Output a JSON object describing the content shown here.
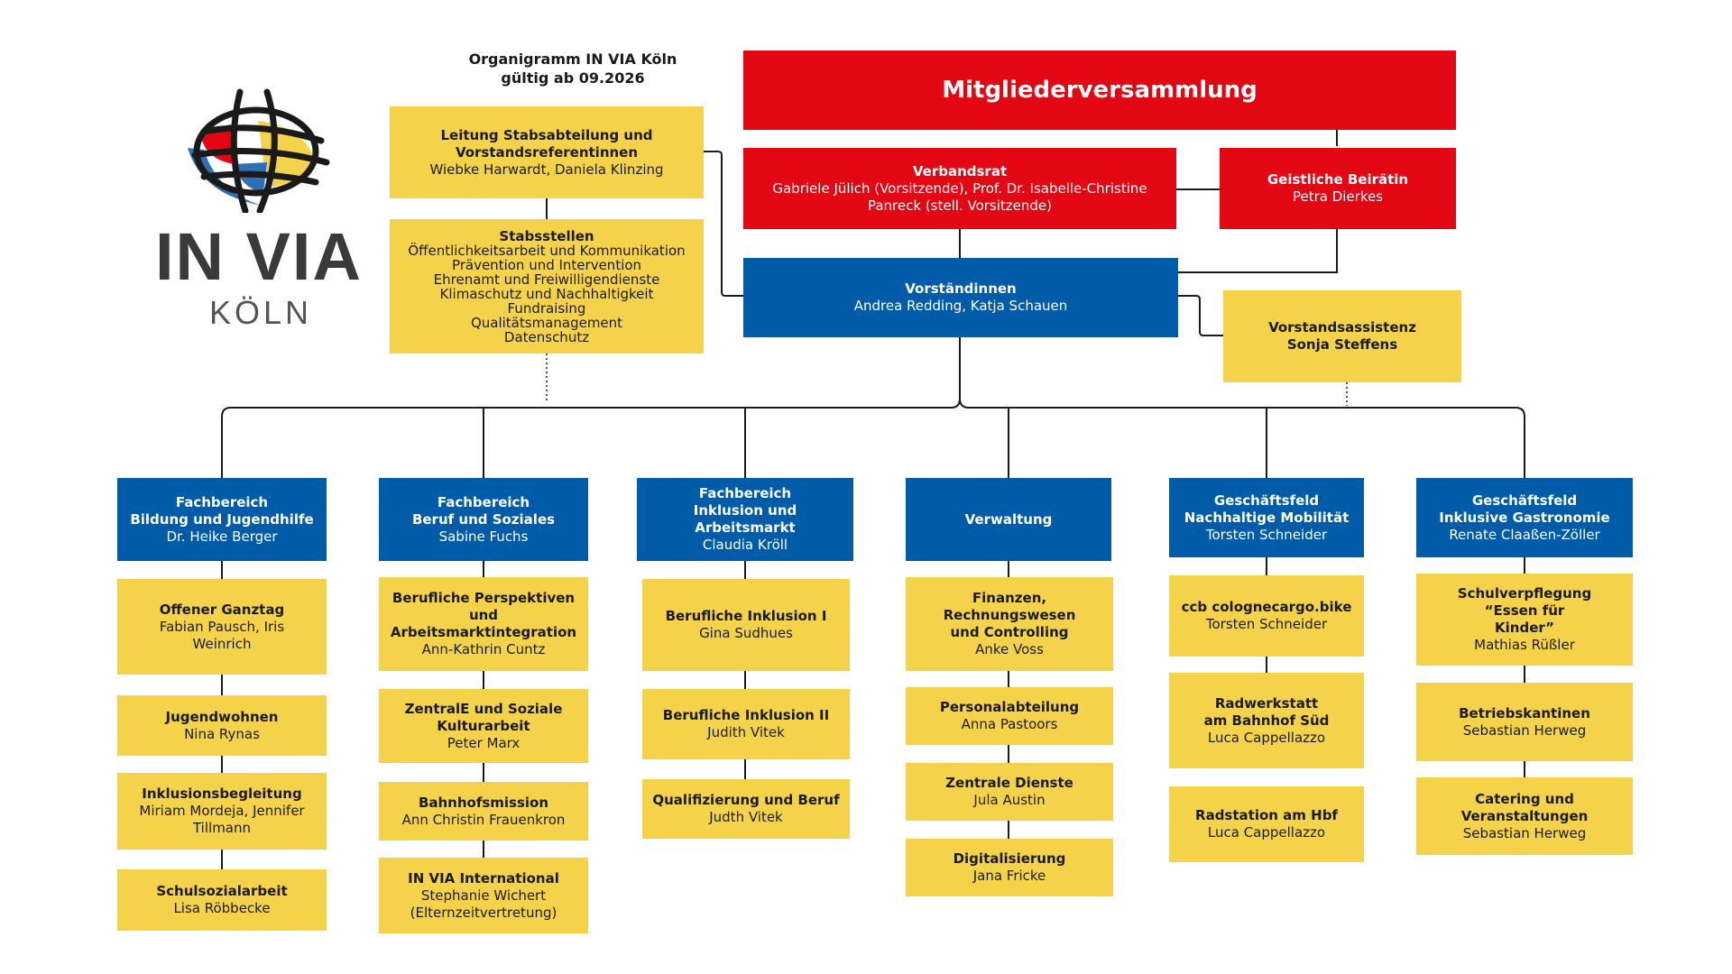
{
  "header": {
    "title_line1": "Organigramm IN VIA Köln",
    "title_line2": "gültig ab 09.2026"
  },
  "logo": {
    "name": "IN VIA",
    "city": "KÖLN",
    "icon": "globe-logo-icon"
  },
  "colors": {
    "red": "#e30613",
    "blue": "#005ba8",
    "yellow": "#f4d34a"
  },
  "top": {
    "mitglieder": "Mitgliederversammlung",
    "verbandsrat": {
      "title": "Verbandsrat",
      "names": "Gabriele Jülich (Vorsitzende), Prof. Dr. Isabelle-Christine Panreck (stell. Vorsitzende)"
    },
    "beiratin": {
      "title": "Geistliche Beirätin",
      "names": "Petra Dierkes"
    },
    "vorstand": {
      "title": "Vorständinnen",
      "names": "Andrea Redding, Katja Schauen"
    },
    "assistenz": {
      "title": "Vorstandsassistenz",
      "names": "Sonja Steffens"
    },
    "stabsleitung": {
      "title": "Leitung Stabsabteilung und Vorstandsreferentinnen",
      "names": "Wiebke Harwardt, Daniela Klinzing"
    },
    "stabsstellen": {
      "title": "Stabsstellen",
      "items": [
        "Öffentlichkeitsarbeit und Kommunikation",
        "Prävention und Intervention",
        "Ehrenamt und Freiwilligendienste",
        "Klimaschutz und Nachhaltigkeit",
        "Fundraising",
        "Qualitätsmanagement",
        "Datenschutz"
      ]
    }
  },
  "columns": [
    {
      "head": {
        "l1": "Fachbereich",
        "l2": "Bildung und Jugendhilfe",
        "names": "Dr. Heike Berger"
      },
      "units": [
        {
          "title": "Offener Ganztag",
          "names": "Fabian Pausch, Iris Weinrich"
        },
        {
          "title": "Jugendwohnen",
          "names": "Nina Rynas"
        },
        {
          "title": "Inklusionsbegleitung",
          "names": "Miriam Mordeja, Jennifer Tillmann"
        },
        {
          "title": "Schulsozialarbeit",
          "names": "Lisa Röbbecke"
        }
      ]
    },
    {
      "head": {
        "l1": "Fachbereich",
        "l2": "Beruf und Soziales",
        "names": "Sabine Fuchs"
      },
      "units": [
        {
          "title": "Berufliche Perspektiven und Arbeitsmarktintegration",
          "names": "Ann-Kathrin Cuntz"
        },
        {
          "title": "ZentralE und Soziale Kulturarbeit",
          "names": "Peter Marx"
        },
        {
          "title": "Bahnhofsmission",
          "names": "Ann Christin Frauenkron"
        },
        {
          "title": "IN VIA International",
          "names": "Stephanie Wichert (Elternzeitvertretung)"
        }
      ]
    },
    {
      "head": {
        "l1": "Fachbereich",
        "l2": "Inklusion und Arbeitsmarkt",
        "names": "Claudia Kröll"
      },
      "units": [
        {
          "title": "Berufliche Inklusion I",
          "names": "Gina Sudhues"
        },
        {
          "title": "Berufliche Inklusion II",
          "names": "Judith Vitek"
        },
        {
          "title": "Qualifizierung und Beruf",
          "names": "Judth Vitek"
        }
      ]
    },
    {
      "head": {
        "l1": "Verwaltung",
        "l2": "",
        "names": ""
      },
      "units": [
        {
          "title": "Finanzen, Rechnungswesen und Controlling",
          "names": "Anke Voss"
        },
        {
          "title": "Personalabteilung",
          "names": "Anna Pastoors"
        },
        {
          "title": "Zentrale Dienste",
          "names": "Jula Austin"
        },
        {
          "title": "Digitalisierung",
          "names": "Jana Fricke"
        }
      ]
    },
    {
      "head": {
        "l1": "Geschäftsfeld",
        "l2": "Nachhaltige Mobilität",
        "names": "Torsten Schneider"
      },
      "units": [
        {
          "title": "ccb colognecargo.bike",
          "names": "Torsten Schneider"
        },
        {
          "title": "Radwerkstatt am Bahnhof Süd",
          "names": "Luca Cappellazzo"
        },
        {
          "title": "Radstation am Hbf",
          "names": "Luca Cappellazzo"
        }
      ]
    },
    {
      "head": {
        "l1": "Geschäftsfeld",
        "l2": "Inklusive Gastronomie",
        "names": "Renate Claaßen-Zöller"
      },
      "units": [
        {
          "title": "Schulverpflegung “Essen für Kinder”",
          "names": "Mathias Rüßler"
        },
        {
          "title": "Betriebskantinen",
          "names": "Sebastian Herweg"
        },
        {
          "title": "Catering und Veranstaltungen",
          "names": "Sebastian Herweg"
        }
      ]
    }
  ]
}
